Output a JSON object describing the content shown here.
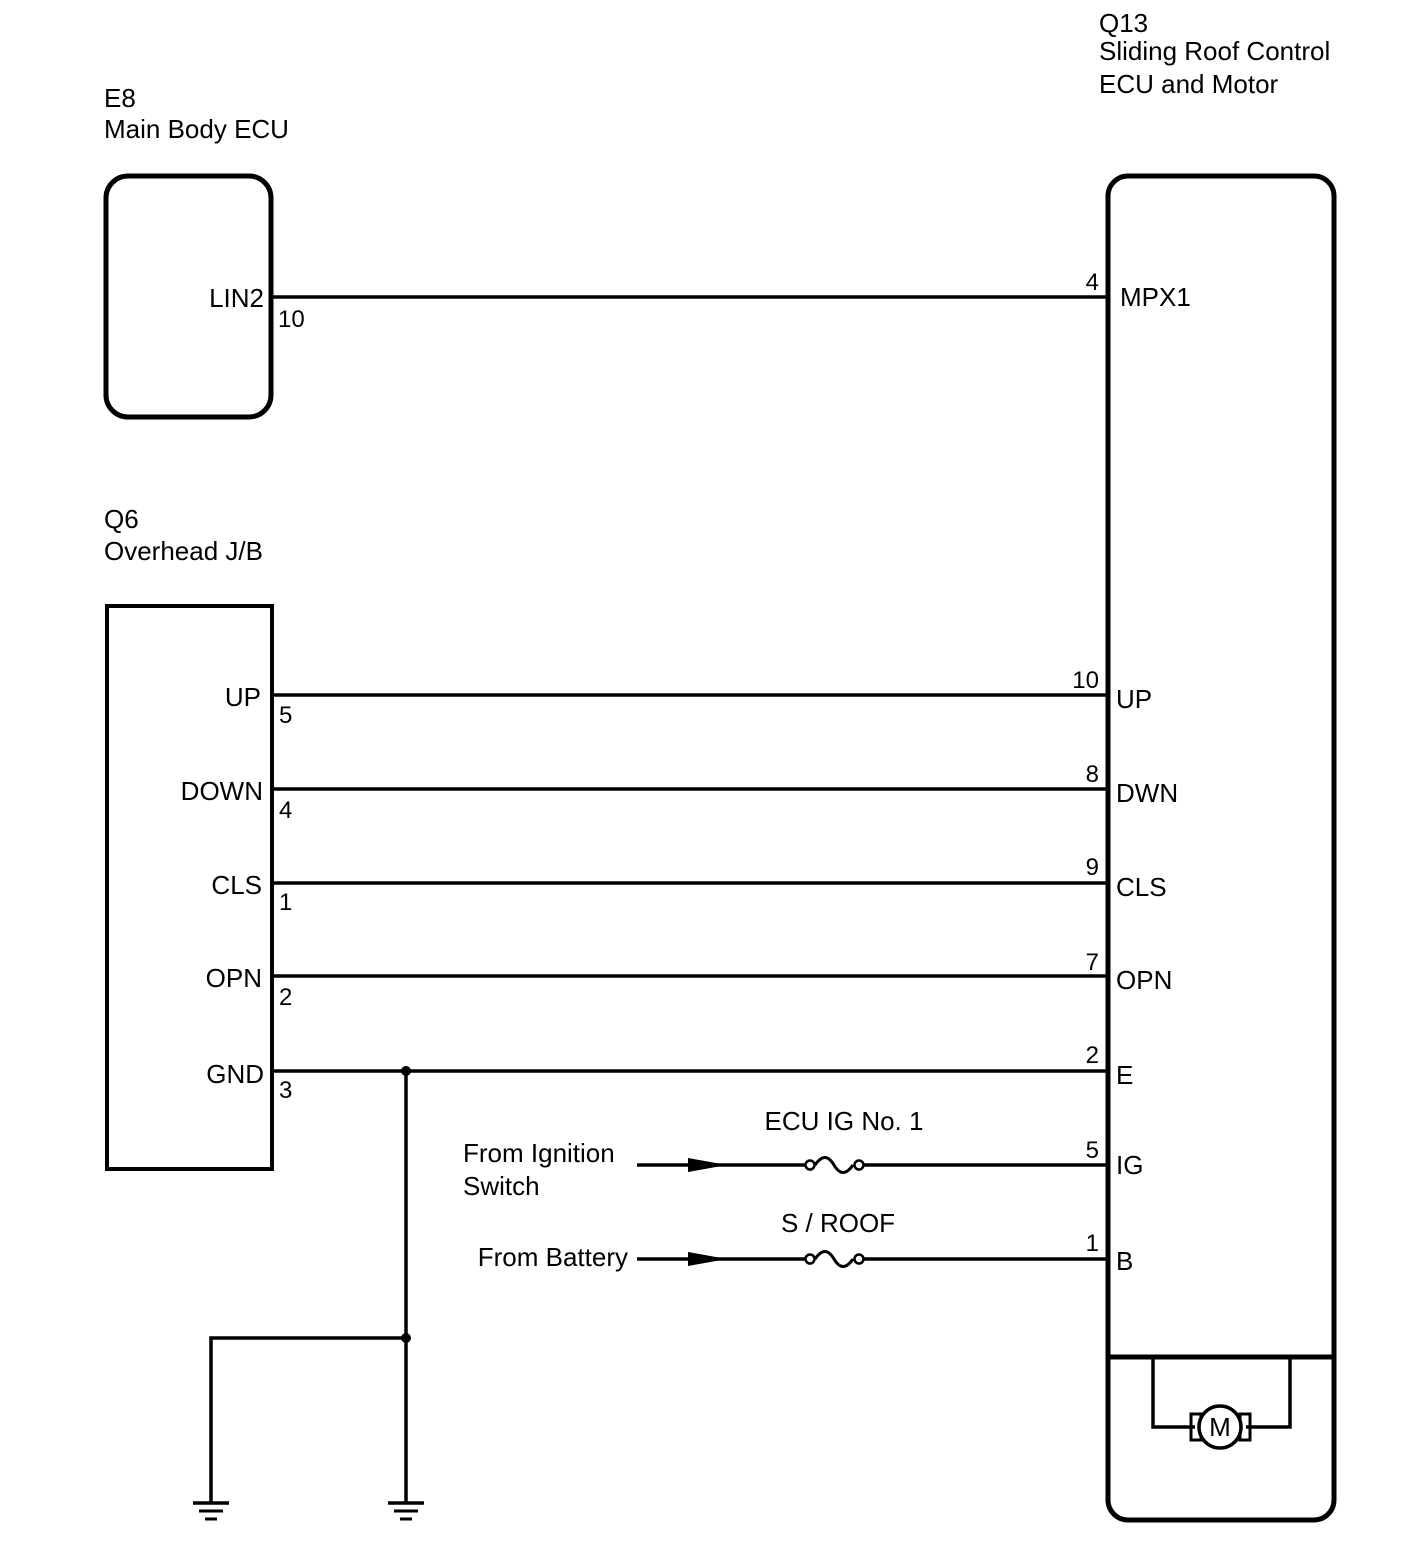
{
  "components": {
    "e8": {
      "code": "E8",
      "name": "Main Body ECU",
      "pin_name": "LIN2",
      "pin_num": "10"
    },
    "q6": {
      "code": "Q6",
      "name": "Overhead J/B",
      "pins": [
        {
          "name": "UP",
          "num": "5"
        },
        {
          "name": "DOWN",
          "num": "4"
        },
        {
          "name": "CLS",
          "num": "1"
        },
        {
          "name": "OPN",
          "num": "2"
        },
        {
          "name": "GND",
          "num": "3"
        }
      ]
    },
    "q13": {
      "code": "Q13",
      "name_line1": "Sliding Roof Control",
      "name_line2": "ECU and Motor",
      "pins": [
        {
          "name": "MPX1",
          "num": "4"
        },
        {
          "name": "UP",
          "num": "10"
        },
        {
          "name": "DWN",
          "num": "8"
        },
        {
          "name": "CLS",
          "num": "9"
        },
        {
          "name": "OPN",
          "num": "7"
        },
        {
          "name": "E",
          "num": "2"
        },
        {
          "name": "IG",
          "num": "5"
        },
        {
          "name": "B",
          "num": "1"
        }
      ],
      "motor_label": "M"
    }
  },
  "sources": {
    "ignition_line1": "From Ignition",
    "ignition_line2": "Switch",
    "battery": "From Battery"
  },
  "fuses": {
    "ecu_ig": "ECU IG No. 1",
    "s_roof": "S / ROOF"
  }
}
